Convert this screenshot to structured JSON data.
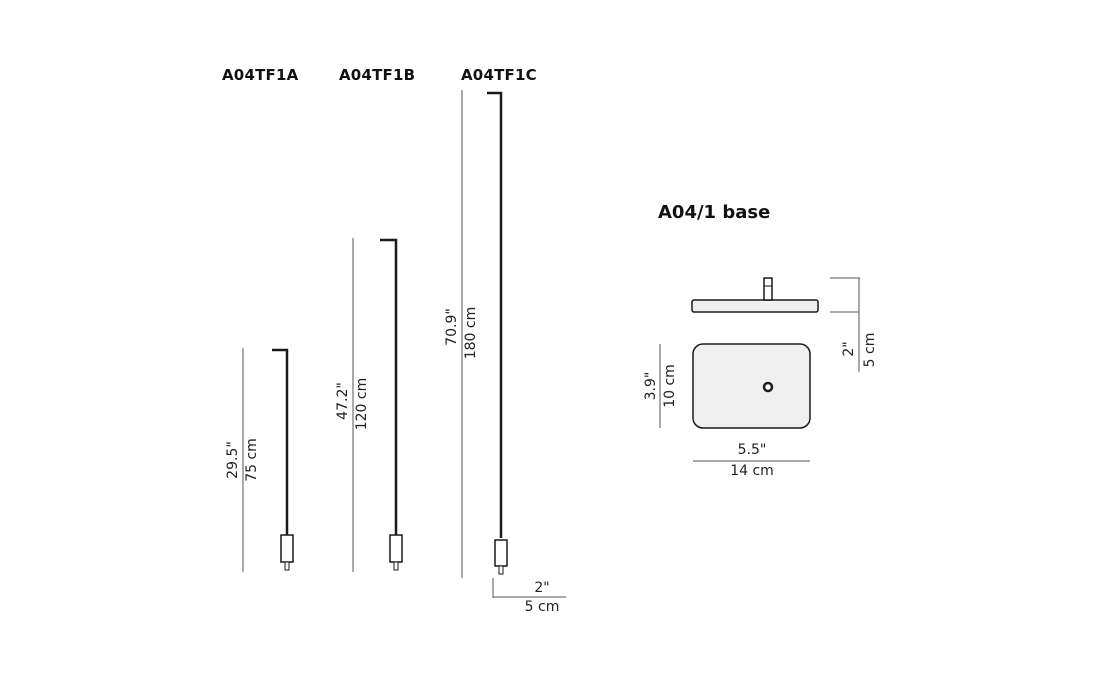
{
  "models": [
    {
      "name": "A04TF1A",
      "height_in": "29.5\"",
      "height_cm": "75 cm"
    },
    {
      "name": "A04TF1B",
      "height_in": "47.2\"",
      "height_cm": "120 cm"
    },
    {
      "name": "A04TF1C",
      "height_in": "70.9\"",
      "height_cm": "180 cm"
    }
  ],
  "arm_width": {
    "in": "2\"",
    "cm": "5 cm"
  },
  "base": {
    "title": "A04/1 base",
    "height_in": "2\"",
    "height_cm": "5 cm",
    "depth_in": "3.9\"",
    "depth_cm": "10 cm",
    "width_in": "5.5\"",
    "width_cm": "14 cm"
  },
  "colors": {
    "lamp": "#1a1a1a",
    "dimension_line": "#444444",
    "base_fill": "#f0f0f0"
  }
}
